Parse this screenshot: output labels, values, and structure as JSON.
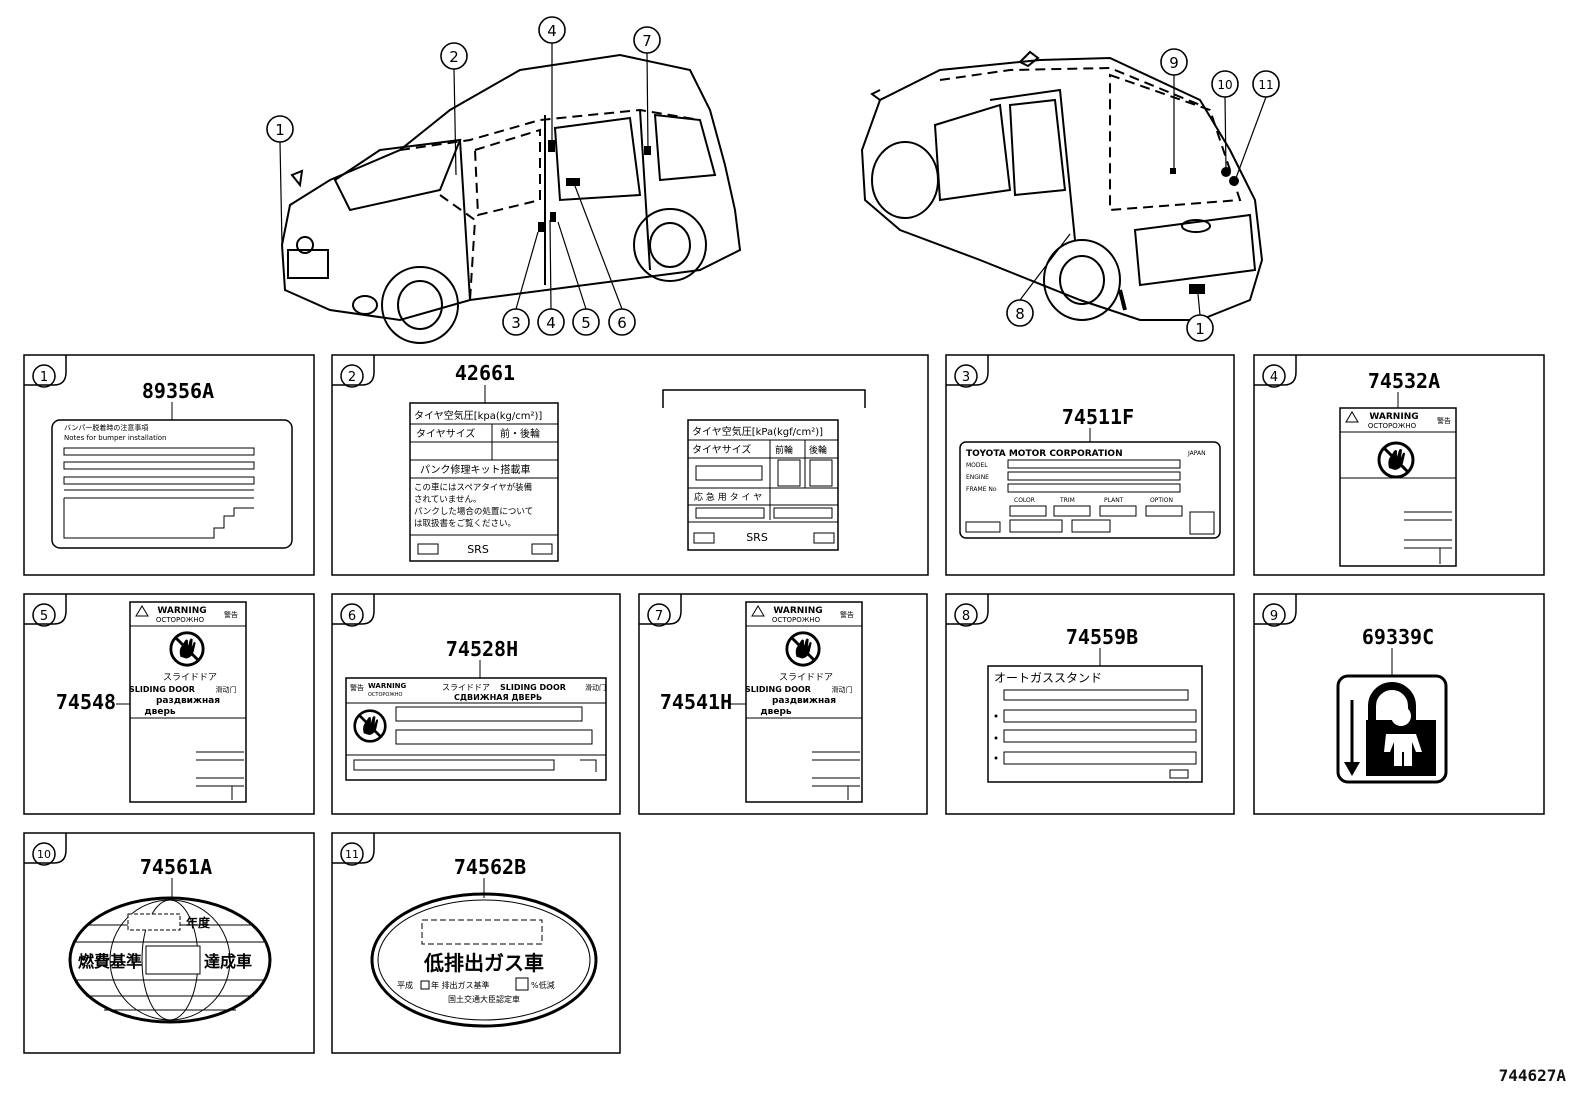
{
  "diagram_code": "744627A",
  "car_callouts_front": [
    "1",
    "2",
    "3",
    "4",
    "4",
    "5",
    "6",
    "7"
  ],
  "car_callouts_rear": [
    "8",
    "9",
    "10",
    "11",
    "1"
  ],
  "panels": [
    {
      "num": "1",
      "part": "89356A",
      "lines": [
        "バンパー脱着時の注意事項",
        "Notes for bumper installation"
      ]
    },
    {
      "num": "2",
      "part": "42661",
      "rows": [
        "タイヤ空気圧[kpa(kg/cm²)]",
        "タイヤサイズ",
        "前・後輪",
        "パンク修理キット搭載車",
        "この車にはスペアタイヤが装備",
        "されていません。",
        "パンクした場合の処置について",
        "は取扱書をご覧ください。",
        "SRS"
      ],
      "alt_rows": [
        "タイヤ空気圧[kPa(kgf/cm²)]",
        "タイヤサイズ",
        "前輪",
        "後輪",
        "応 急 用 タ イ ヤ",
        "SRS"
      ]
    },
    {
      "num": "3",
      "part": "74511F",
      "rows": [
        "TOYOTA MOTOR CORPORATION",
        "JAPAN",
        "MODEL",
        "ENGINE",
        "FRAME No",
        "COLOR",
        "TRIM",
        "PLANT",
        "OPTION"
      ]
    },
    {
      "num": "4",
      "part": "74532A",
      "rows": [
        "WARNING",
        "ОСТОРОЖНО",
        "警告"
      ]
    },
    {
      "num": "5",
      "part": "74548",
      "rows": [
        "WARNING",
        "ОСТОРОЖНО",
        "警告",
        "スライドドア",
        "SLIDING DOOR",
        "滑动门",
        "раздвижная",
        "дверь"
      ]
    },
    {
      "num": "6",
      "part": "74528H",
      "rows": [
        "警告",
        "WARNING",
        "ОСТОРОЖНО",
        "スライドドア",
        "SLIDING DOOR",
        "滑动门",
        "СДВИЖНАЯ ДВЕРЬ"
      ]
    },
    {
      "num": "7",
      "part": "74541H",
      "rows": [
        "WARNING",
        "ОСТОРОЖНО",
        "警告",
        "スライドドア",
        "SLIDING DOOR",
        "滑动门",
        "раздвижная",
        "дверь"
      ]
    },
    {
      "num": "8",
      "part": "74559B",
      "rows": [
        "オートガススタンド"
      ]
    },
    {
      "num": "9",
      "part": "69339C"
    },
    {
      "num": "10",
      "part": "74561A",
      "rows": [
        "年度",
        "燃費基準",
        "達成車"
      ]
    },
    {
      "num": "11",
      "part": "74562B",
      "rows": [
        "低排出ガス車",
        "平成",
        "年 排出ガス基準",
        "%低減",
        "国土交通大臣認定車"
      ]
    }
  ]
}
